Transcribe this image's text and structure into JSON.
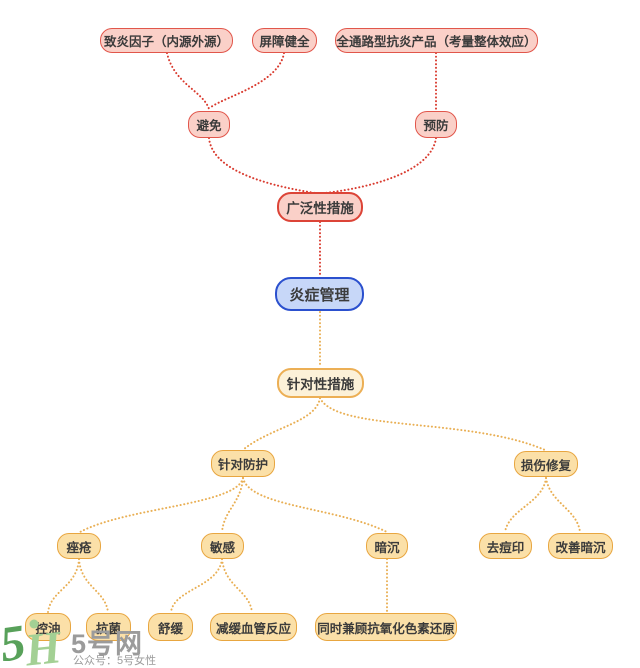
{
  "colors": {
    "pink_fill": "#FAD0C8",
    "pink_border": "#E1564B",
    "broad_border": "#DC4437",
    "red_line": "#D93A2E",
    "blue_fill": "#C7D7F8",
    "blue_border": "#2B50CE",
    "cream_fill": "#FCF1D8",
    "cream_border": "#ECAF55",
    "yellow_fill": "#FBE0A8",
    "yellow_border": "#E8A640",
    "yellow_line": "#E9AF54",
    "text_color": "#3B3B3B",
    "watermark_gray": "#9B9B9B",
    "logo_green_dark": "#58A15A",
    "logo_green_light": "#A3D094"
  },
  "nodes": {
    "factors": {
      "label": "致炎因子（内源外源）"
    },
    "barrier": {
      "label": "屏障健全"
    },
    "product": {
      "label": "全通路型抗炎产品（考量整体效应）"
    },
    "avoid": {
      "label": "避免"
    },
    "prevent": {
      "label": "预防"
    },
    "broad": {
      "label": "广泛性措施"
    },
    "root": {
      "label": "炎症管理"
    },
    "targeted": {
      "label": "针对性措施"
    },
    "protect": {
      "label": "针对防护"
    },
    "repair": {
      "label": "损伤修复"
    },
    "acne": {
      "label": "痤疮"
    },
    "sensitive": {
      "label": "敏感"
    },
    "dull": {
      "label": "暗沉"
    },
    "acne_marks": {
      "label": "去痘印"
    },
    "improve_dull": {
      "label": "改善暗沉"
    },
    "oil": {
      "label": "控油"
    },
    "antibacterial": {
      "label": "抗菌"
    },
    "soothe": {
      "label": "舒缓"
    },
    "vascular": {
      "label": "减缓血管反应"
    },
    "antioxidant": {
      "label": "同时兼顾抗氧化色素还原"
    }
  },
  "edges": [
    {
      "from": "factors",
      "to": "avoid",
      "color": "red"
    },
    {
      "from": "barrier",
      "to": "avoid",
      "color": "red"
    },
    {
      "from": "product",
      "to": "prevent",
      "color": "red"
    },
    {
      "from": "avoid",
      "to": "broad",
      "color": "red"
    },
    {
      "from": "prevent",
      "to": "broad",
      "color": "red"
    },
    {
      "from": "broad",
      "to": "root",
      "color": "red"
    },
    {
      "from": "root",
      "to": "targeted",
      "color": "yellow"
    },
    {
      "from": "targeted",
      "to": "protect",
      "color": "yellow"
    },
    {
      "from": "targeted",
      "to": "repair",
      "color": "yellow"
    },
    {
      "from": "protect",
      "to": "acne",
      "color": "yellow"
    },
    {
      "from": "protect",
      "to": "sensitive",
      "color": "yellow"
    },
    {
      "from": "protect",
      "to": "dull",
      "color": "yellow"
    },
    {
      "from": "repair",
      "to": "acne_marks",
      "color": "yellow"
    },
    {
      "from": "repair",
      "to": "improve_dull",
      "color": "yellow"
    },
    {
      "from": "acne",
      "to": "oil",
      "color": "yellow"
    },
    {
      "from": "acne",
      "to": "antibacterial",
      "color": "yellow"
    },
    {
      "from": "sensitive",
      "to": "soothe",
      "color": "yellow"
    },
    {
      "from": "sensitive",
      "to": "vascular",
      "color": "yellow"
    },
    {
      "from": "dull",
      "to": "antioxidant",
      "color": "yellow"
    }
  ],
  "watermark": {
    "logo_5": "5",
    "logo_h": "H",
    "site": "5号网",
    "caption": "公众号：5号女性"
  }
}
